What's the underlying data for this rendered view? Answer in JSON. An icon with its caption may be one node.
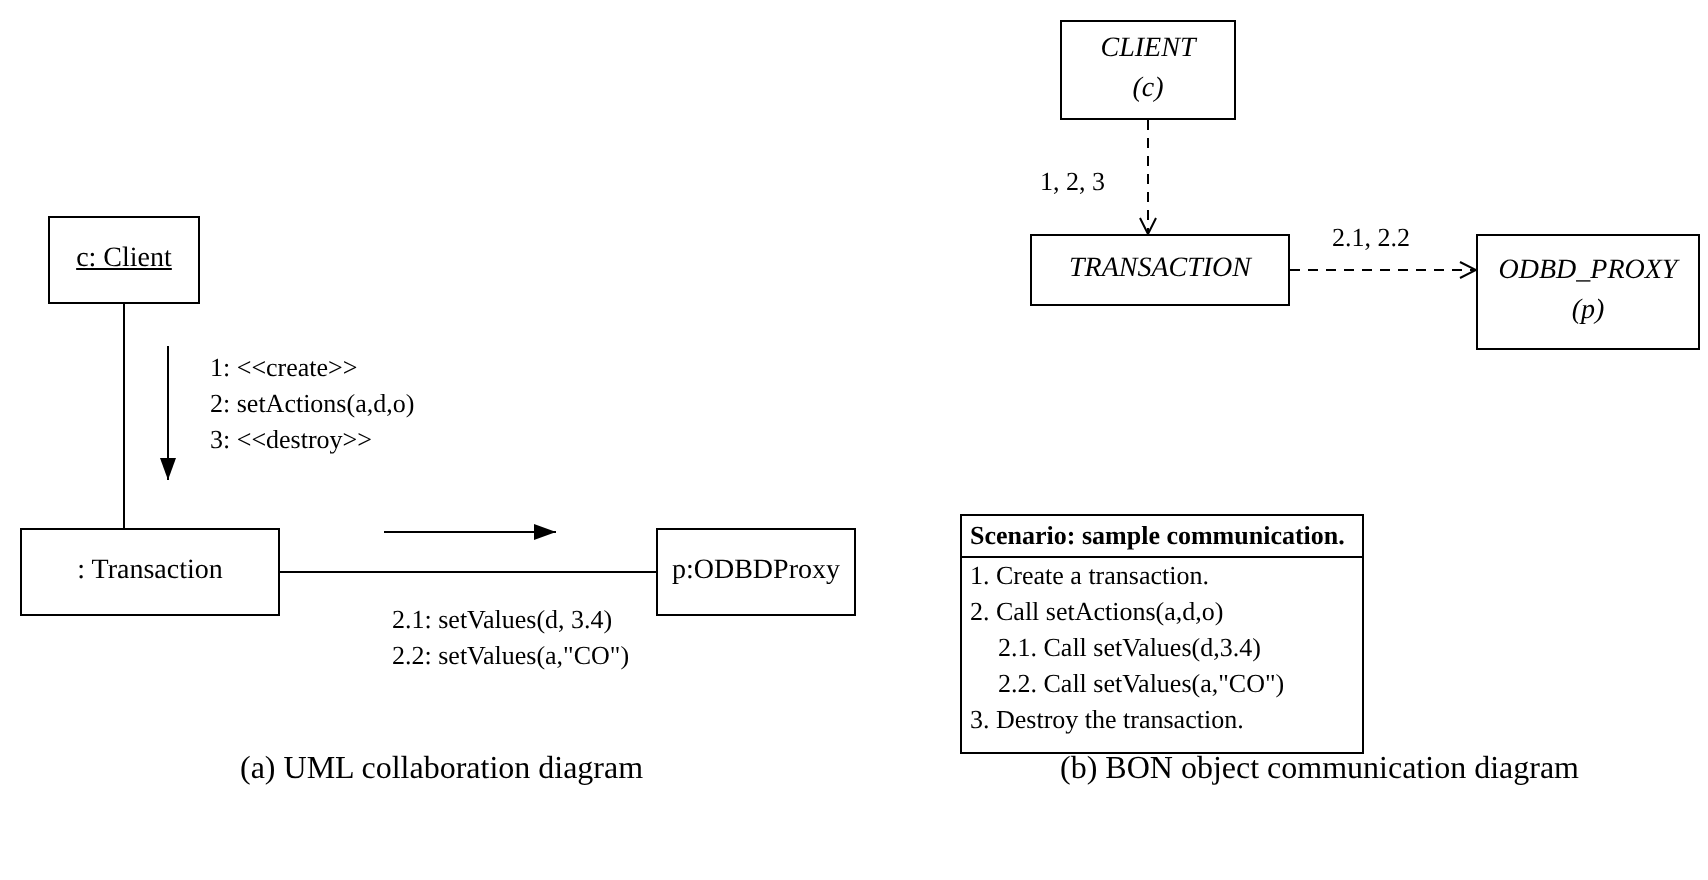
{
  "diagram": {
    "nodes": [
      {
        "text": [
          "c: Client"
        ]
      },
      {
        "text": [
          ": Transaction"
        ]
      },
      {
        "text": [
          "p:ODBDProxy"
        ]
      },
      {
        "text": [
          "CLIENT",
          "(c)"
        ]
      },
      {
        "text": [
          "TRANSACTION"
        ]
      },
      {
        "text": [
          "ODBD_PROXY",
          "(p)"
        ]
      },
      {
        "text": [
          "Scenario: sample communication.",
          "1. Create a transaction.",
          "2. Call setActions(a,d,o)",
          "2.1. Call setValues(d,3.4)",
          "2.2. Call setValues(a,\"CO\")",
          "3. Destroy the transaction."
        ]
      }
    ],
    "edges": [
      {
        "from": 0,
        "to": 1,
        "arrow": "none"
      },
      {
        "from": 1,
        "to": 2,
        "arrow": "none"
      },
      {
        "from": 3,
        "to": 4,
        "arrow": "to",
        "label": "1, 2, 3",
        "style": "dashed"
      },
      {
        "from": 4,
        "to": 5,
        "arrow": "to",
        "label": "2.1, 2.2",
        "style": "dashed"
      }
    ],
    "labels": [
      "1: <<create>>",
      "2: setActions(a,d,o)",
      "3: <<destroy>>",
      "2.1: setValues(d, 3.4)",
      "2.2: setValues(a,\"CO\")",
      "(a) UML collaboration diagram",
      "(b) BON object communication diagram"
    ]
  }
}
